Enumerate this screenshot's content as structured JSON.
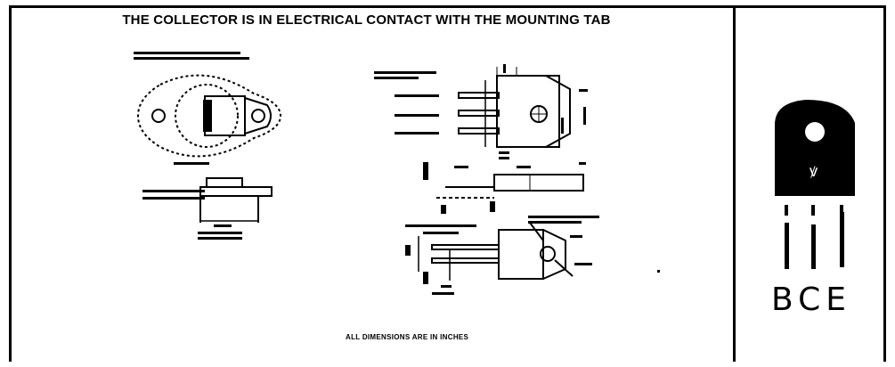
{
  "document": {
    "title": "THE COLLECTOR IS IN ELECTRICAL CONTACT WITH THE MOUNTING TAB",
    "footnote": "ALL DIMENSIONS ARE IN INCHES"
  },
  "package": {
    "pin_labels": [
      "B",
      "C",
      "E"
    ]
  }
}
